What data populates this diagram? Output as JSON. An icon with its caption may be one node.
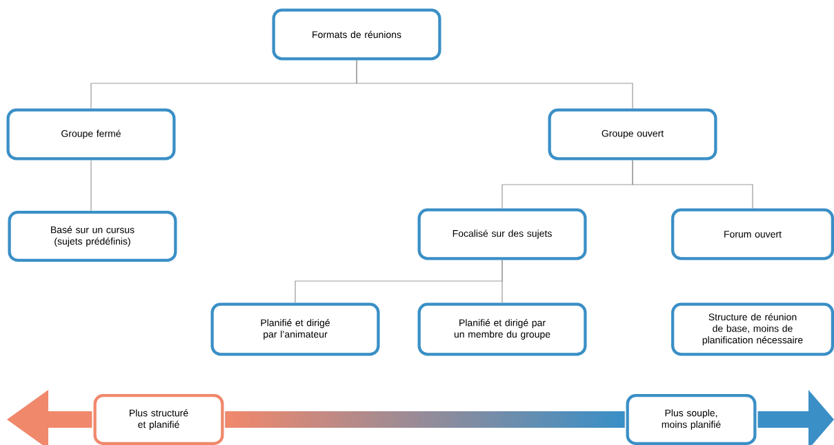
{
  "diagram": {
    "nodes": [
      {
        "text": [
          "Formats de réunions"
        ]
      },
      {
        "text": [
          "Groupe fermé"
        ]
      },
      {
        "text": [
          "Groupe ouvert"
        ]
      },
      {
        "text": [
          "Basé sur un cursus (sujets prédéfinis)"
        ]
      },
      {
        "text": [
          "Focalisé sur des sujets"
        ]
      },
      {
        "text": [
          "Forum ouvert"
        ]
      },
      {
        "text": [
          "Planifié et dirigé par l’animateur"
        ]
      },
      {
        "text": [
          "Planifié et dirigé par un membre du groupe"
        ]
      },
      {
        "text": [
          "Structure de réunion de base, moins de planification nécessaire"
        ]
      },
      {
        "text": [
          "Plus structuré et planifié"
        ]
      },
      {
        "text": [
          "Plus souple, moins planifié"
        ]
      }
    ],
    "edges": [
      {
        "from": 0,
        "to": 1,
        "arrow": "none"
      },
      {
        "from": 0,
        "to": 2,
        "arrow": "none"
      },
      {
        "from": 1,
        "to": 3,
        "arrow": "none"
      },
      {
        "from": 2,
        "to": 4,
        "arrow": "none"
      },
      {
        "from": 2,
        "to": 5,
        "arrow": "none"
      },
      {
        "from": 4,
        "to": 6,
        "arrow": "none"
      },
      {
        "from": 4,
        "to": 7,
        "arrow": "none"
      },
      {
        "from": 9,
        "to": 10,
        "arrow": "none",
        "style": "thick"
      },
      {
        "from": 9,
        "to": null,
        "arrow": "to",
        "style": "thick"
      },
      {
        "from": 10,
        "to": null,
        "arrow": "to",
        "style": "thick"
      }
    ]
  }
}
